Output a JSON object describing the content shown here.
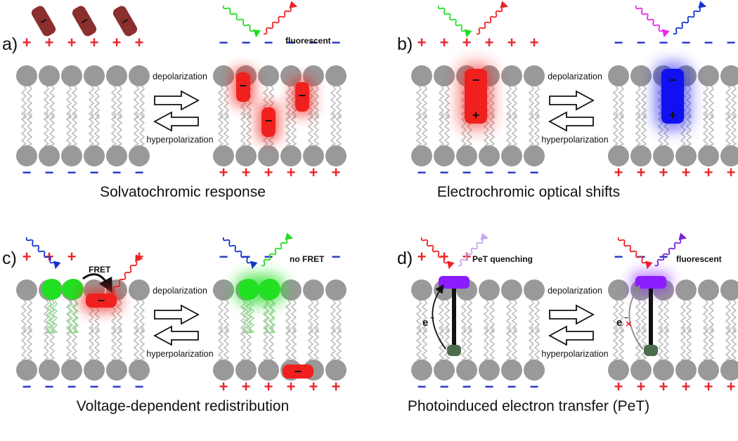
{
  "colors": {
    "head": "#999999",
    "tail": "#bdbdbd",
    "plus": "#e8262a",
    "minus": "#2233c8",
    "red_dye": "#f0201e",
    "blue_dye": "#1010f0",
    "brown_dye": "#8b2e2e",
    "green_dye": "#22e022",
    "violet": "#8a1cff",
    "quencher": "#4d6b4d",
    "light_green": "#22dd22",
    "light_red": "#ee2222",
    "light_blue": "#1533cc",
    "light_magenta": "#ee22ee",
    "light_lavender": "#c8a8ee",
    "light_violet": "#7a22dd"
  },
  "arrow_labels": {
    "forward": "depolarization",
    "reverse": "hyperpolarization"
  },
  "charges": {
    "plus": "+",
    "minus": "−"
  },
  "electron": {
    "letter": "e",
    "sup": "−",
    "blocked": "×"
  },
  "panels": [
    {
      "letter": "a)",
      "caption": "Solvatochromic response",
      "note_right": "fluorescent"
    },
    {
      "letter": "b)",
      "caption": "Electrochromic optical shifts"
    },
    {
      "letter": "c)",
      "caption": "Voltage-dependent redistribution",
      "note_left": "FRET",
      "note_right": "no FRET"
    },
    {
      "letter": "d)",
      "caption": "Photoinduced electron transfer (PeT)",
      "note_left": "PeT quenching",
      "note_right": "fluorescent"
    }
  ]
}
